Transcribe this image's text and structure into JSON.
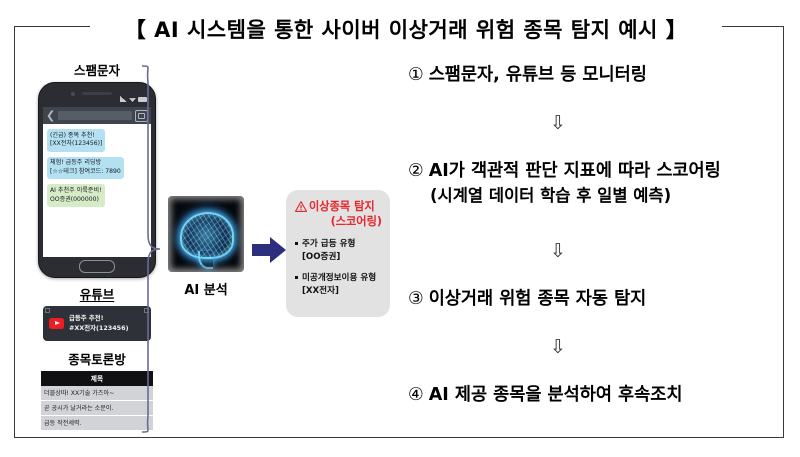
{
  "title": "【 AI 시스템을 통한 사이버 이상거래 위험 종목 탐지 예시 】",
  "left_column": {
    "spam_label": "스팸문자",
    "phone": {
      "messages": [
        {
          "type": "blue",
          "line1": "(긴급) 종목 추천!",
          "line2": "[XX전자(123456)]"
        },
        {
          "type": "blue",
          "line1": "체험! 급등주 리딩방",
          "line2": "[☆☆테크] 참여코드: 7890"
        },
        {
          "type": "green",
          "line1": "AI 추천주 이륙준비!",
          "line2": "OO증권(000000)"
        }
      ]
    },
    "youtube_label": "유튜브",
    "youtube_card": {
      "line1": "급등주 추천!",
      "line2": "#XX전자(123456)"
    },
    "board_label": "종목토론방",
    "board_header": "제목",
    "board_rows": [
      "더블상따! XX기술 가즈아~",
      "곧 공시가 날거라는 소문이.",
      "급등 작전세력."
    ]
  },
  "ai": {
    "caption": "AI 분석"
  },
  "detection": {
    "title_line1": "이상종목 탐지",
    "title_line2": "(스코어링)",
    "items": [
      {
        "main": "주가 급등 유형",
        "sub": "[OO증권]"
      },
      {
        "main": "미공개정보이용 유형",
        "sub": "[XX전자]"
      }
    ]
  },
  "steps": {
    "arrow": "⇩",
    "items": [
      {
        "num": "①",
        "text": "스팸문자, 유튜브 등 모니터링",
        "sub": ""
      },
      {
        "num": "②",
        "text": "AI가 객관적 판단 지표에 따라 스코어링",
        "sub": "(시계열 데이터 학습 후 일별 예측)"
      },
      {
        "num": "③",
        "text": "이상거래 위험 종목 자동 탐지",
        "sub": ""
      },
      {
        "num": "④",
        "text": "AI 제공 종목을 분석하여 후속조치",
        "sub": ""
      }
    ]
  },
  "colors": {
    "accent_red": "#e8252a",
    "arrow_navy": "#2b2f7e",
    "brace": "#6a6a96",
    "bubble_blue": "#b4e1f2",
    "bubble_green": "#d6ebc8",
    "detect_bg": "#e2e2e2"
  }
}
